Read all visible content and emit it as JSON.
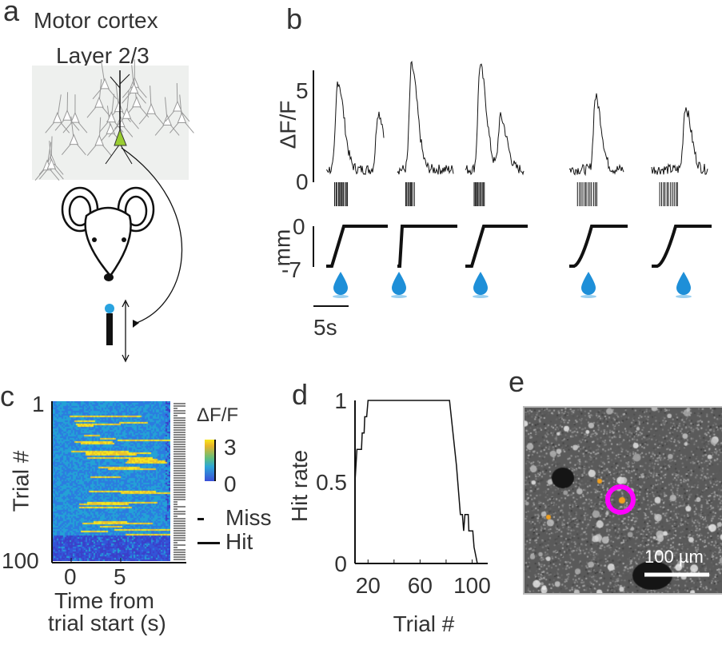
{
  "panels": {
    "a": {
      "label": "a",
      "title_line1": "Motor cortex",
      "title_line2": "Layer 2/3"
    },
    "b": {
      "label": "b",
      "ylabel_top": "ΔF/F",
      "yticks_top": [
        "5",
        "0"
      ],
      "ylabel_bottom": "mm",
      "yticks_bottom": [
        "0",
        "-7"
      ],
      "scalebar_label": "5s",
      "trial_count": 5,
      "reward_icon": "water-drop-icon"
    },
    "c": {
      "label": "c",
      "ylabel": "Trial #",
      "yticks": [
        "1",
        "100"
      ],
      "xticks": [
        "0",
        "5"
      ],
      "xlabel_line1": "Time from",
      "xlabel_line2": "trial start (s)",
      "colorbar_label": "ΔF/F",
      "colorbar_ticks": [
        "3",
        "0"
      ],
      "legend_miss": "Miss",
      "legend_hit": "Hit"
    },
    "d": {
      "label": "d"
    },
    "e": {
      "label": "e",
      "scalebar_label": "100 µm",
      "roi_color": "#ff00ff"
    }
  },
  "chart_data": [
    {
      "panel": "d",
      "type": "line",
      "xlabel": "Trial #",
      "ylabel": "Hit rate",
      "xticks": [
        "20",
        "60",
        "100"
      ],
      "yticks": [
        "0",
        "0.5",
        "1"
      ],
      "xlim": [
        10,
        112
      ],
      "ylim": [
        0,
        1
      ],
      "grid": false,
      "x": [
        10,
        11.5,
        15,
        15.5,
        17,
        17.5,
        19,
        20,
        82.6,
        88,
        91,
        92.5,
        93.5,
        94.5,
        97,
        97.5,
        100.5,
        101.5,
        104
      ],
      "y": [
        0.5,
        0.7,
        0.7,
        0.8,
        0.8,
        0.9,
        0.9,
        1,
        1,
        0.6,
        0.3,
        0.3,
        0.2,
        0.3,
        0.3,
        0.2,
        0.2,
        0.1,
        0
      ]
    },
    {
      "panel": "c",
      "type": "heatmap",
      "xlabel": "Time from trial start (s)",
      "ylabel": "Trial #",
      "colorbar_range": [
        0,
        3
      ],
      "ylim": [
        1,
        100
      ]
    }
  ]
}
